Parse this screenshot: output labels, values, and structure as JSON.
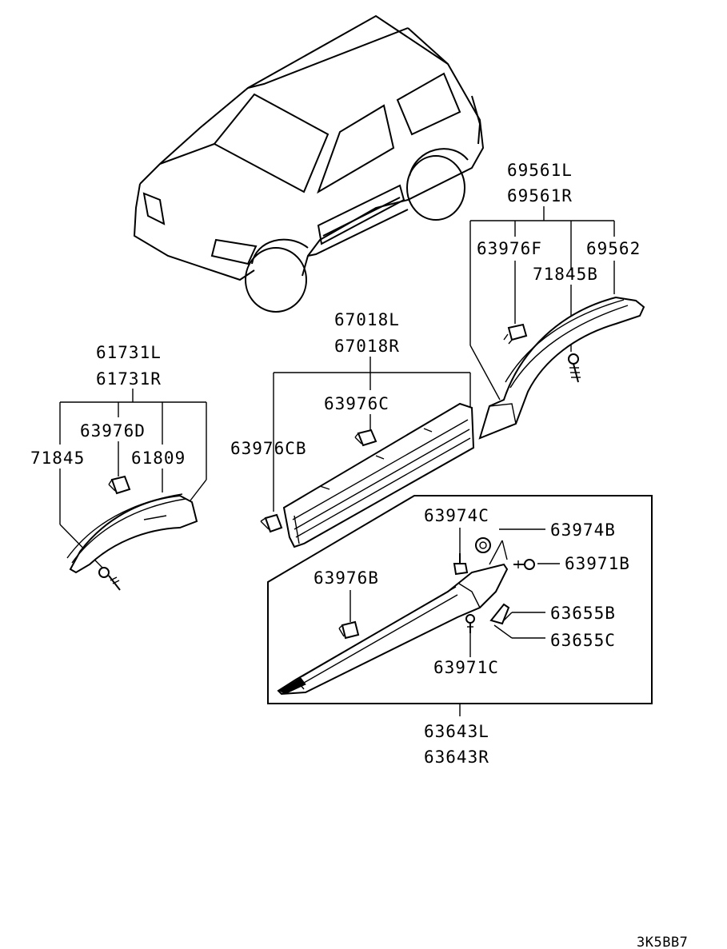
{
  "diagram_id": "3K5BB7",
  "part_labels": {
    "p69561L": "69561L",
    "p69561R": "69561R",
    "p63976F": "63976F",
    "p69562": "69562",
    "p71845B": "71845B",
    "p67018L": "67018L",
    "p67018R": "67018R",
    "p63976C": "63976C",
    "p63976CB": "63976CB",
    "p61731L": "61731L",
    "p61731R": "61731R",
    "p63976D": "63976D",
    "p71845": "71845",
    "p61809": "61809",
    "p63974C": "63974C",
    "p63974B": "63974B",
    "p63971B": "63971B",
    "p63976B": "63976B",
    "p63655B": "63655B",
    "p63655C": "63655C",
    "p63971C": "63971C",
    "p63643L": "63643L",
    "p63643R": "63643R"
  }
}
